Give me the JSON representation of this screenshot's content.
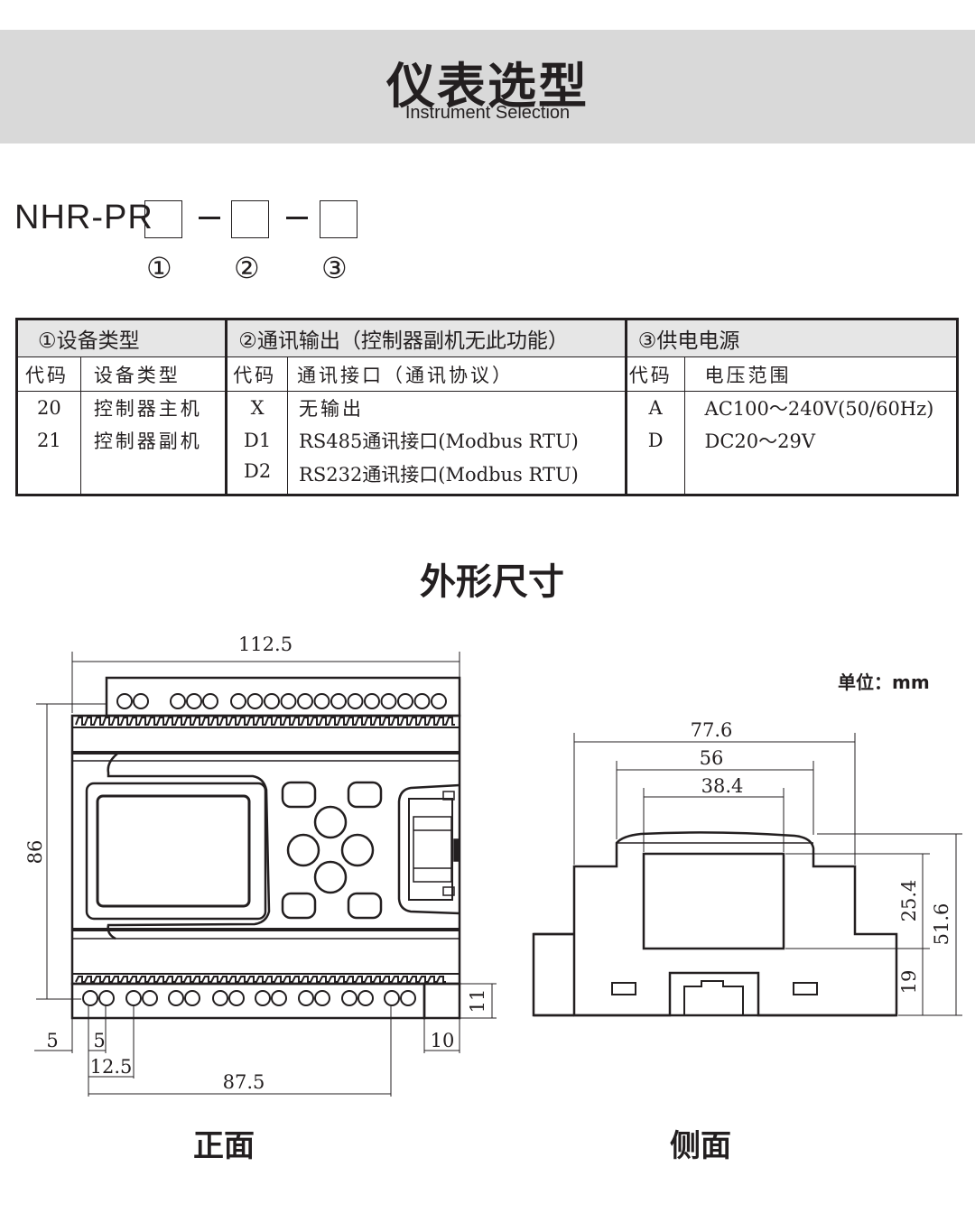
{
  "header": {
    "title_cn": "仪表选型",
    "title_en": "Instrument Selection"
  },
  "model_code": {
    "prefix": "NHR-PR",
    "dash": "-",
    "markers": [
      "①",
      "②",
      "③"
    ]
  },
  "selection_table": {
    "col1": {
      "title": "①设备类型",
      "code_header": "代码",
      "name_header": "设备类型",
      "rows": [
        {
          "code": "20",
          "name": "控制器主机"
        },
        {
          "code": "21",
          "name": "控制器副机"
        }
      ]
    },
    "col2": {
      "title": "②通讯输出（控制器副机无此功能）",
      "code_header": "代码",
      "name_header": "通讯接口（通讯协议）",
      "rows": [
        {
          "code": "X",
          "name": "无输出"
        },
        {
          "code": "D1",
          "name": "RS485通讯接口(Modbus RTU)"
        },
        {
          "code": "D2",
          "name": "RS232通讯接口(Modbus RTU)"
        }
      ]
    },
    "col3": {
      "title": "③供电电源",
      "code_header": "代码",
      "name_header": "电压范围",
      "rows": [
        {
          "code": "A",
          "name": "AC100～240V(50/60Hz)"
        },
        {
          "code": "D",
          "name": "DC20～29V"
        }
      ]
    }
  },
  "dimensions": {
    "title": "外形尺寸",
    "unit_label": "单位：mm",
    "front": {
      "caption": "正面",
      "width_total": "112.5",
      "height": "86",
      "left_offset": "5",
      "first_pitch": "5",
      "pitch": "12.5",
      "terminal_span": "87.5",
      "right_offset": "10",
      "bottom_height": "11"
    },
    "side": {
      "caption": "侧面",
      "width_total": "77.6",
      "width_mid": "56",
      "width_top": "38.4",
      "upper_height": "25.4",
      "total_height": "51.6",
      "rail_height": "19"
    }
  }
}
